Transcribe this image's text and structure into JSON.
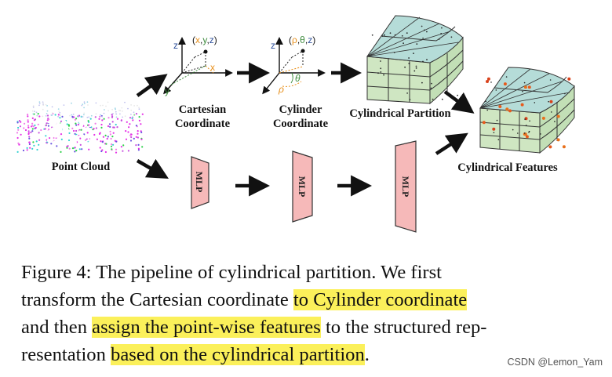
{
  "diagram": {
    "point_cloud_label": "Point Cloud",
    "cartesian_label_1": "Cartesian",
    "cartesian_label_2": "Coordinate",
    "cylinder_label_1": "Cylinder",
    "cylinder_label_2": "Coordinate",
    "partition_label": "Cylindrical Partition",
    "features_label": "Cylindrical Features",
    "cartesian_point": "(x,y,z)",
    "cylinder_point": "(ρ,θ,z)",
    "axis_z": "z",
    "axis_x": "x",
    "axis_y": "y",
    "axis_theta": "θ",
    "axis_rho": "ρ",
    "mlp_label": "MLP"
  },
  "caption": {
    "line1": "Figure 4:  The pipeline of cylindrical partition.  We first",
    "line2_a": "transform the Cartesian coordinate ",
    "line2_hl": "to Cylinder coordinate",
    "line3_a": "and then ",
    "line3_hl": "assign the point-wise features",
    "line3_b": " to the structured rep-",
    "line4_a": "resentation ",
    "line4_hl": "based on the cylindrical partition",
    "line4_b": "."
  },
  "watermark": "CSDN @Lemon_Yam",
  "colors": {
    "mlp_fill": "#f6b9b9",
    "highlight": "#fbf05a",
    "partition_fill": "#cfe6c2",
    "partition_top": "#b5dcd8",
    "orange": "#e8901c",
    "axis_green": "#3e8c3e",
    "axis_blue": "#2d4f9a"
  }
}
